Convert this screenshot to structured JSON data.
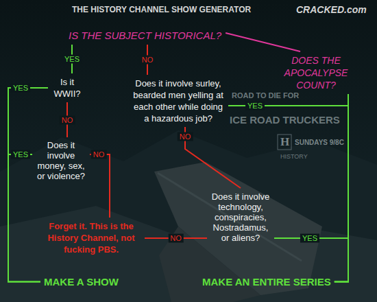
{
  "diagram": {
    "title": "THE HISTORY CHANNEL SHOW GENERATOR",
    "nodes": [
      {
        "text": [
          "IS THE SUBJECT HISTORICAL?"
        ]
      },
      {
        "text": [
          "Is it WWII?"
        ]
      },
      {
        "text": [
          "Does it involve surley, bearded men yelling at each other while doing a hazardous job?"
        ]
      },
      {
        "text": [
          "DOES THE APOCALYPSE COUNT?"
        ]
      },
      {
        "text": [
          "Does it involve money, sex, or violence?"
        ]
      },
      {
        "text": [
          "Does it involve technology, conspiracies, Nostradamus, or aliens?"
        ]
      },
      {
        "text": [
          "Forget it. This is the History Channel, not fucking PBS."
        ]
      },
      {
        "text": [
          "MAKE A SHOW"
        ]
      },
      {
        "text": [
          "MAKE AN ENTIRE SERIES"
        ]
      }
    ],
    "edges": [
      {
        "from": 0,
        "to": 1,
        "label": "YES",
        "arrow": "none"
      },
      {
        "from": 0,
        "to": 2,
        "label": "NO",
        "arrow": "none"
      },
      {
        "from": 0,
        "to": 3,
        "arrow": "none"
      },
      {
        "from": 1,
        "to": 7,
        "label": "YES",
        "arrow": "none"
      },
      {
        "from": 1,
        "to": 4,
        "label": "NO",
        "arrow": "none"
      },
      {
        "from": 2,
        "to": 8,
        "label": "YES",
        "arrow": "none"
      },
      {
        "from": 2,
        "to": 5,
        "label": "NO",
        "arrow": "none"
      },
      {
        "from": 3,
        "to": 8,
        "arrow": "none"
      },
      {
        "from": 4,
        "to": 7,
        "label": "YES",
        "arrow": "none"
      },
      {
        "from": 4,
        "to": 6,
        "label": "NO",
        "arrow": "none"
      },
      {
        "from": 5,
        "to": 6,
        "label": "NO",
        "arrow": "none"
      },
      {
        "from": 5,
        "to": 8,
        "label": "YES",
        "arrow": "none"
      }
    ],
    "labels": [
      "CRACKED.com",
      "ROAD TO DIE FOR",
      "ICE ROAD TRUCKERS",
      "H",
      "SUNDAYS 9/8C",
      "HISTORY"
    ]
  }
}
